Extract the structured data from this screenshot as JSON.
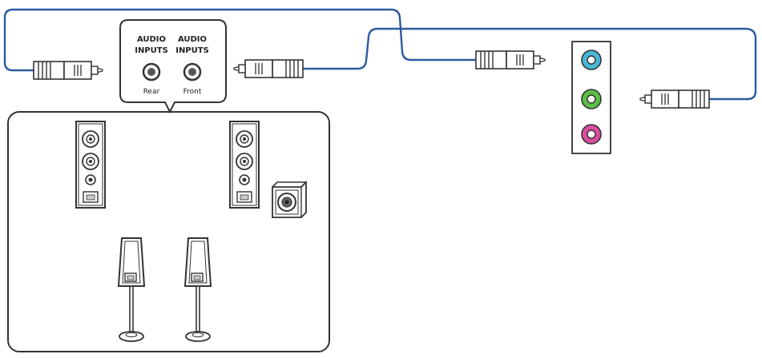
{
  "diagram": {
    "receiver": {
      "input_left": {
        "line1": "AUDIO",
        "line2": "INPUTS",
        "sub": "Rear"
      },
      "input_right": {
        "line1": "AUDIO",
        "line2": "INPUTS",
        "sub": "Front"
      }
    },
    "colors": {
      "cable": "#2c5aa0",
      "jack_blue": "#47b8d6",
      "jack_green": "#5bbf44",
      "jack_pink": "#d94c9e",
      "outline": "#333333"
    },
    "icons": {
      "speaker_front_left": "floor-speaker-icon",
      "speaker_front_right": "floor-speaker-icon",
      "subwoofer": "subwoofer-icon",
      "speaker_rear_left": "satellite-speaker-icon",
      "speaker_rear_right": "satellite-speaker-icon",
      "plug": "audio-plug-icon"
    }
  }
}
